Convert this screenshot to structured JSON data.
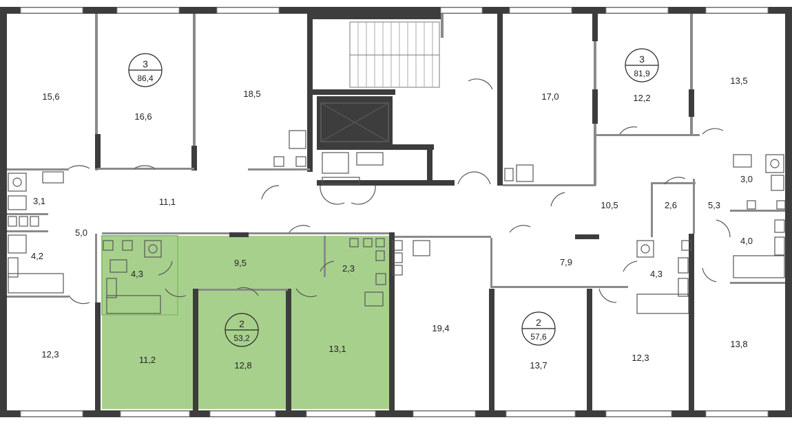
{
  "colors": {
    "highlight": "#a8d08d",
    "highlight_stroke": "#8cbf6e",
    "wall": "#3d3d3d"
  },
  "apartments": [
    {
      "id": "apt-3-left",
      "rooms": "3",
      "area": "86,4"
    },
    {
      "id": "apt-3-right",
      "rooms": "3",
      "area": "81,9"
    },
    {
      "id": "apt-2-highlighted",
      "rooms": "2",
      "area": "53,2"
    },
    {
      "id": "apt-2-right",
      "rooms": "2",
      "area": "57,6"
    }
  ],
  "rooms": [
    "15,6",
    "16,6",
    "18,5",
    "17,0",
    "12,2",
    "13,5",
    "3,1",
    "11,1",
    "4,2",
    "5,0",
    "12,3",
    "4,3",
    "9,5",
    "2,3",
    "11,2",
    "12,8",
    "13,1",
    "19,4",
    "10,5",
    "2,6",
    "5,3",
    "3,0",
    "4,0",
    "7,9",
    "4,3",
    "13,7",
    "12,3",
    "13,8"
  ]
}
